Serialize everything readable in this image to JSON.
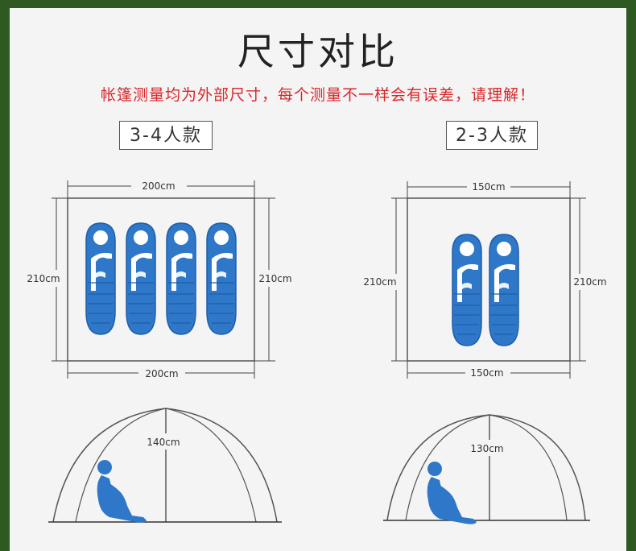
{
  "title": "尺寸对比",
  "notice": "帐篷测量均为外部尺寸，每个测量不一样会有误差，请理解！",
  "models": [
    {
      "label": "3-4人款",
      "width_top": "200cm",
      "width_bottom": "200cm",
      "depth_left": "210cm",
      "depth_right": "210cm",
      "height": "140cm",
      "sleeping_bags": 4
    },
    {
      "label": "2-3人款",
      "width_top": "150cm",
      "width_bottom": "150cm",
      "depth_left": "210cm",
      "depth_right": "210cm",
      "height": "130cm",
      "sleeping_bags": 2
    }
  ],
  "colors": {
    "frame": "#2e5a22",
    "notice": "#d8262b",
    "sleeping_bag": "#2f77c9",
    "person": "#2f77c9"
  },
  "icons": [
    "sleeping-bag-icon",
    "sitting-person-icon"
  ]
}
